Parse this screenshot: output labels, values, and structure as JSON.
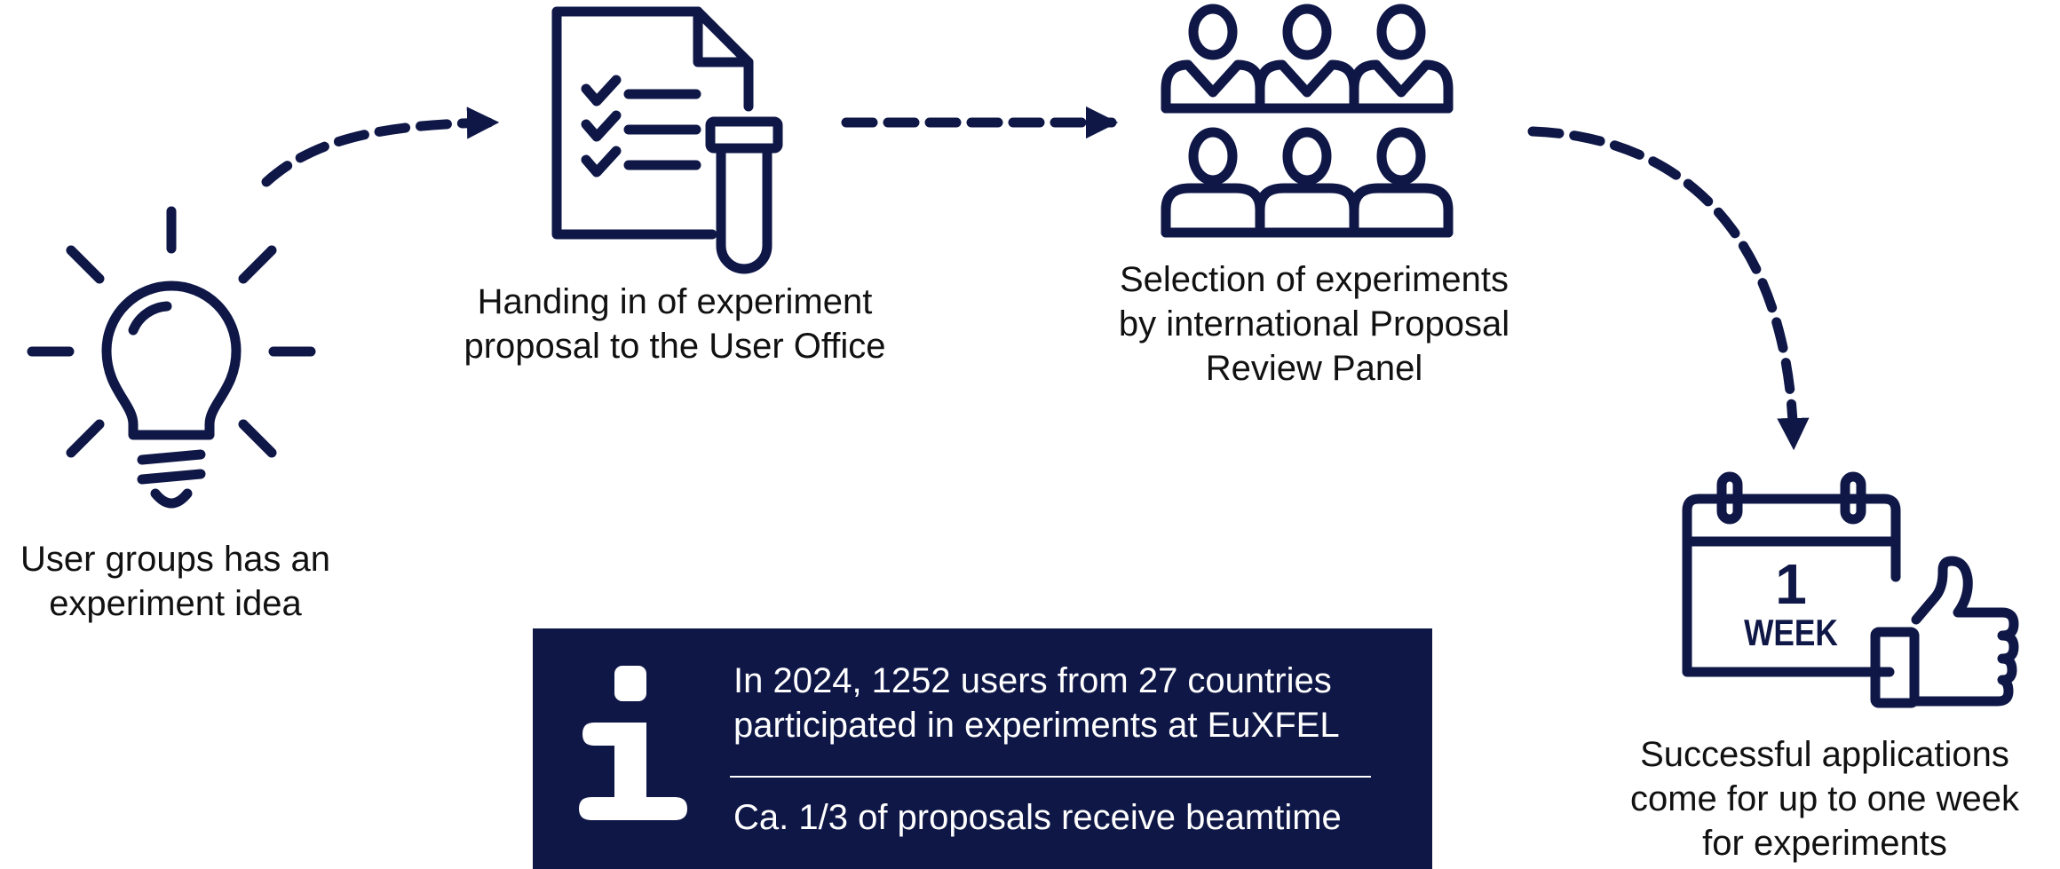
{
  "steps": [
    {
      "id": "idea",
      "icon": "lightbulb-icon",
      "lines": [
        "User groups has an",
        "experiment idea"
      ]
    },
    {
      "id": "proposal",
      "icon": "document-test-tube-icon",
      "lines": [
        "Handing in of experiment",
        "proposal to the User Office"
      ]
    },
    {
      "id": "selection",
      "icon": "review-panel-icon",
      "lines": [
        "Selection of experiments",
        "by international Proposal",
        "Review Panel"
      ]
    },
    {
      "id": "success",
      "icon": "calendar-thumbs-up-icon",
      "lines": [
        "Successful applications",
        "come for up to one week",
        "for experiments"
      ]
    }
  ],
  "calendar": {
    "number": "1",
    "unit": "WEEK"
  },
  "info": {
    "icon": "info-icon",
    "line1": "In 2024, 1252 users from 27 countries",
    "line2": "participated in experiments at EuXFEL",
    "line3": "Ca. 1/3 of proposals receive beamtime"
  },
  "colors": {
    "navy": "#0f1747",
    "text": "#111111",
    "white": "#ffffff"
  }
}
